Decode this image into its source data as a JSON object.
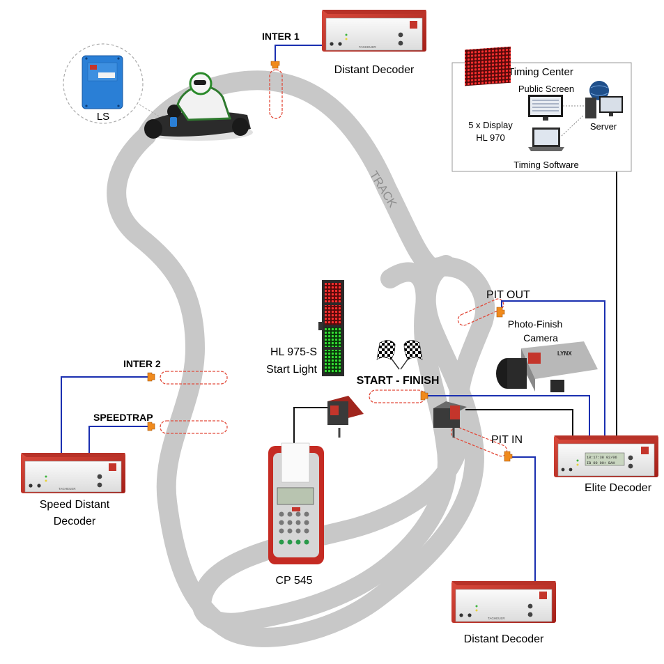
{
  "labels": {
    "inter1": "INTER 1",
    "inter2": "INTER 2",
    "speedtrap": "SPEEDTRAP",
    "start_finish": "START - FINISH",
    "pit_out": "PIT OUT",
    "pit_in": "PIT IN",
    "track": "TRACK",
    "ls": "LS",
    "distant_decoder_top": "Distant Decoder",
    "distant_decoder_bottom": "Distant Decoder",
    "speed_distant_decoder_1": "Speed Distant",
    "speed_distant_decoder_2": "Decoder",
    "elite_decoder": "Elite Decoder",
    "cp545": "CP 545",
    "start_light_1": "HL 975-S",
    "start_light_2": "Start Light",
    "photo_finish_1": "Photo-Finish",
    "photo_finish_2": "Camera"
  },
  "timing_center": {
    "title": "Timing Center",
    "public_screen": "Public Screen",
    "display_1": "5 x Display",
    "display_2": "HL 970",
    "server": "Server",
    "timing_software": "Timing Software"
  },
  "device_text": {
    "brand": "TAGHEUER",
    "lynx": "LYNX",
    "elite_lcd_line1": "10:17:38   02/06",
    "elite_lcd_line2": "IB 00 00+   BAH"
  },
  "colors": {
    "track": "#c8c8c8",
    "cable_blue": "#1a2fb0",
    "cable_black": "#111111",
    "loop_red": "#e24a3a",
    "connector": "#f08a1c",
    "decoder_body": "#eeeeee",
    "decoder_frame": "#c4352b",
    "light_red": "#e01e1e",
    "light_green": "#1ec41e"
  }
}
